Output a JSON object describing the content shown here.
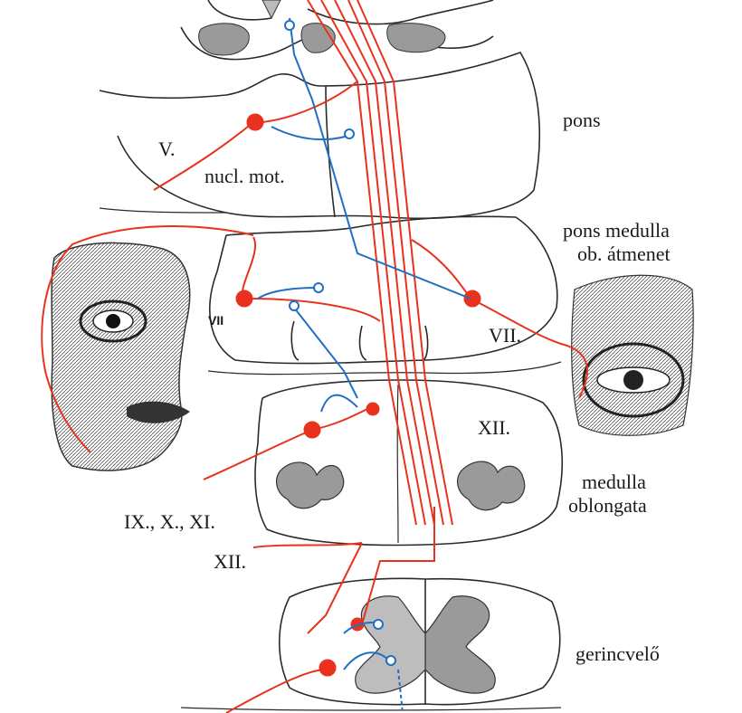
{
  "labels": {
    "pons": "pons",
    "nucl_V": "V.",
    "nucl_mot": "nucl. mot.",
    "pons_medulla_line1": "pons medulla",
    "pons_medulla_line2": "ob. átmenet",
    "vii_left": "VII",
    "vii_right": "VII.",
    "xii_right": "XII.",
    "medulla_line1": "medulla",
    "medulla_line2": "oblongata",
    "ix_x_xi": "IX., X., XI.",
    "xii_left": "XII.",
    "gerincvelo": "gerincvelő"
  },
  "colors": {
    "upper_motor_neuron": "#e8321e",
    "lower_motor_neuron": "#1f6fc4",
    "section_outline": "#2a2a2a",
    "grey_matter": "#9a9a9a"
  },
  "icons": {
    "face_illustration": "face-muscles-icon",
    "eye_illustration": "eye-muscles-icon"
  }
}
